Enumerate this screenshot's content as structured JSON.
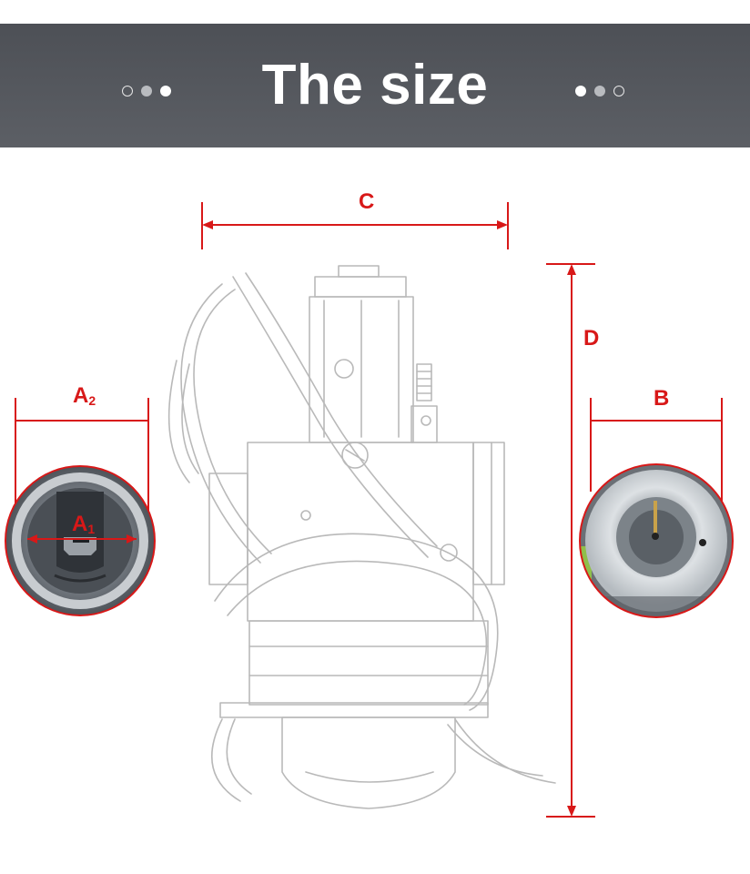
{
  "header": {
    "title": "The size",
    "dots_left": [
      "empty",
      "mid",
      "full"
    ],
    "dots_right": [
      "full",
      "mid",
      "empty"
    ]
  },
  "dimensions": {
    "a2": {
      "main": "A",
      "sub": "2"
    },
    "a1": {
      "main": "A",
      "sub": "1"
    },
    "b": "B",
    "c": "C",
    "d": "D"
  },
  "icons": {
    "product": "carburetor-sketch",
    "left_detail": "carburetor-inlet-closeup",
    "right_detail": "carburetor-outlet-closeup"
  },
  "colors": {
    "banner": "#55585e",
    "accent_red": "#d81818",
    "sketch_line": "#b8b8b8"
  }
}
